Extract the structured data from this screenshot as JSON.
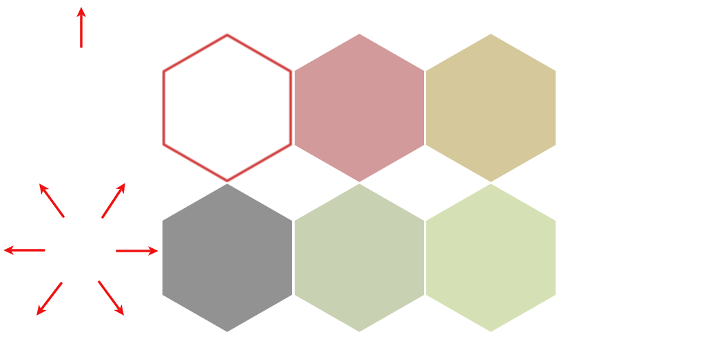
{
  "colors": {
    "arrow": "#ee1111",
    "selection_outline": "#d23c3c",
    "tile_gap": "#ffffff"
  },
  "board": {
    "rows": 2,
    "columns": 3,
    "tiles": [
      {
        "row": 0,
        "col": 0,
        "color": "#ffffff",
        "selected": true
      },
      {
        "row": 0,
        "col": 1,
        "color": "#d29a9a",
        "selected": false
      },
      {
        "row": 0,
        "col": 2,
        "color": "#d5c99c",
        "selected": false
      },
      {
        "row": 1,
        "col": 0,
        "color": "#929292",
        "selected": false
      },
      {
        "row": 1,
        "col": 1,
        "color": "#c9d1b3",
        "selected": false
      },
      {
        "row": 1,
        "col": 2,
        "color": "#d5e1b5",
        "selected": false
      }
    ]
  },
  "controls": {
    "arrows": [
      {
        "name": "move-up-arrow",
        "direction": "up"
      },
      {
        "name": "move-up-left-arrow",
        "direction": "up-left"
      },
      {
        "name": "move-up-right-arrow",
        "direction": "up-right"
      },
      {
        "name": "move-left-arrow",
        "direction": "left"
      },
      {
        "name": "move-right-arrow",
        "direction": "right"
      },
      {
        "name": "move-down-left-arrow",
        "direction": "down-left"
      },
      {
        "name": "move-down-right-arrow",
        "direction": "down-right"
      }
    ]
  }
}
